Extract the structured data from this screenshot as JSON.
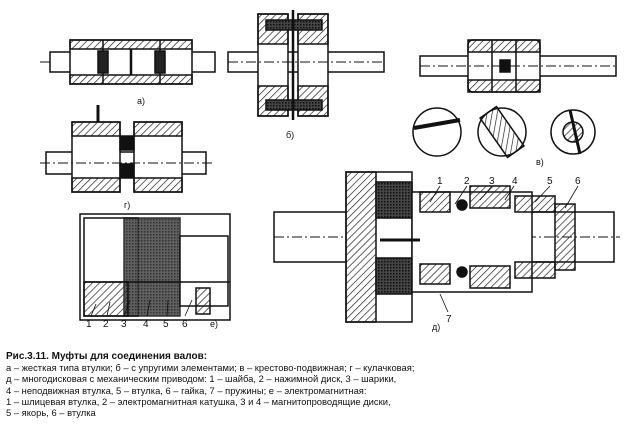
{
  "panels": {
    "a": "а)",
    "b": "б)",
    "v": "в)",
    "g": "г)",
    "d": "д)",
    "e": "е)"
  },
  "callouts_d": [
    "1",
    "2",
    "3",
    "4",
    "5",
    "6",
    "7"
  ],
  "callouts_e": [
    "1",
    "2",
    "3",
    "4",
    "5",
    "6"
  ],
  "caption": {
    "title": "Рис.3.11. Муфты для соединения валов:",
    "lines": [
      "а – жесткая типа втулки; б – с упругими элементами; в – крестово-подвижная; г – кулачковая;",
      "д – многодисковая с механическим приводом: 1 – шайба, 2 – нажимной диск, 3 – шарики,",
      "4 – неподвижная втулка, 5 – втулка, 6 – гайка, 7 – пружины; е – электромагнитная:",
      "1 – шлицевая втулка, 2 – электромагнитная катушка, 3 и 4 – магнитопроводящие диски,",
      "5 – якорь, 6 – втулка"
    ]
  }
}
